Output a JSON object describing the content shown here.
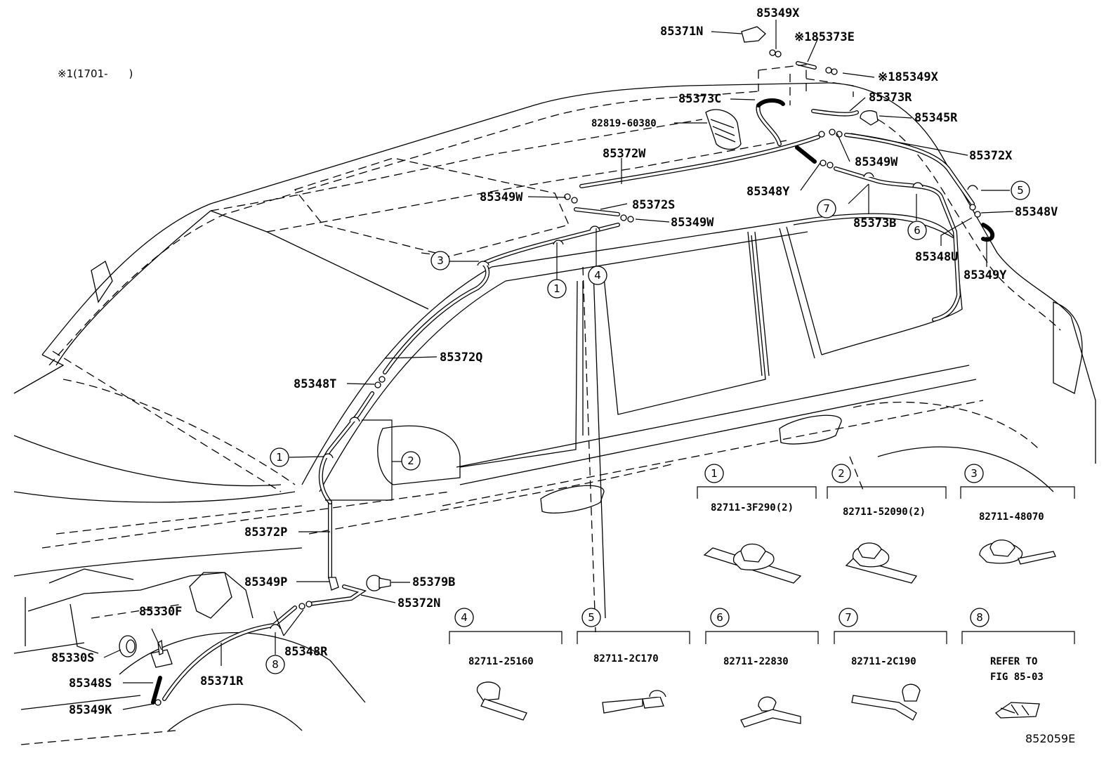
{
  "note": "※1(1701-　　)",
  "figure_code": "852059E",
  "part_labels": {
    "p85349X_top": "85349X",
    "p85371N": "85371N",
    "p85373E": "※185373E",
    "p85349X_r": "※185349X",
    "p85373C": "85373C",
    "p85373R": "85373R",
    "p82819": "82819-60380",
    "p85345R": "85345R",
    "p85372W": "85372W",
    "p85349W_a": "85349W",
    "p85372X": "85372X",
    "p85349W_b": "85349W",
    "p85348Y": "85348Y",
    "p85372S": "85372S",
    "p85349W_c": "85349W",
    "p85373B": "85373B",
    "p85348V": "85348V",
    "p85348U": "85348U",
    "p85349Y": "85349Y",
    "p85372Q": "85372Q",
    "p85348T": "85348T",
    "p85372P": "85372P",
    "p85349P": "85349P",
    "p85379B": "85379B",
    "p85372N": "85372N",
    "p85330F": "85330F",
    "p85330S": "85330S",
    "p85348R": "85348R",
    "p85348S": "85348S",
    "p85371R": "85371R",
    "p85349K": "85349K"
  },
  "callouts": {
    "c1a": "1",
    "c1b": "1",
    "c2": "2",
    "c3": "3",
    "c4": "4",
    "c5": "5",
    "c6": "6",
    "c7": "7",
    "c8": "8"
  },
  "clamps": [
    {
      "num": "1",
      "part": "82711-3F290(2)"
    },
    {
      "num": "2",
      "part": "82711-52090(2)"
    },
    {
      "num": "3",
      "part": "82711-48070"
    },
    {
      "num": "4",
      "part": "82711-25160"
    },
    {
      "num": "5",
      "part": "82711-2C170"
    },
    {
      "num": "6",
      "part": "82711-22830"
    },
    {
      "num": "7",
      "part": "82711-2C190"
    },
    {
      "num": "8",
      "part": "REFER TO",
      "part2": "FIG 85-03"
    }
  ]
}
